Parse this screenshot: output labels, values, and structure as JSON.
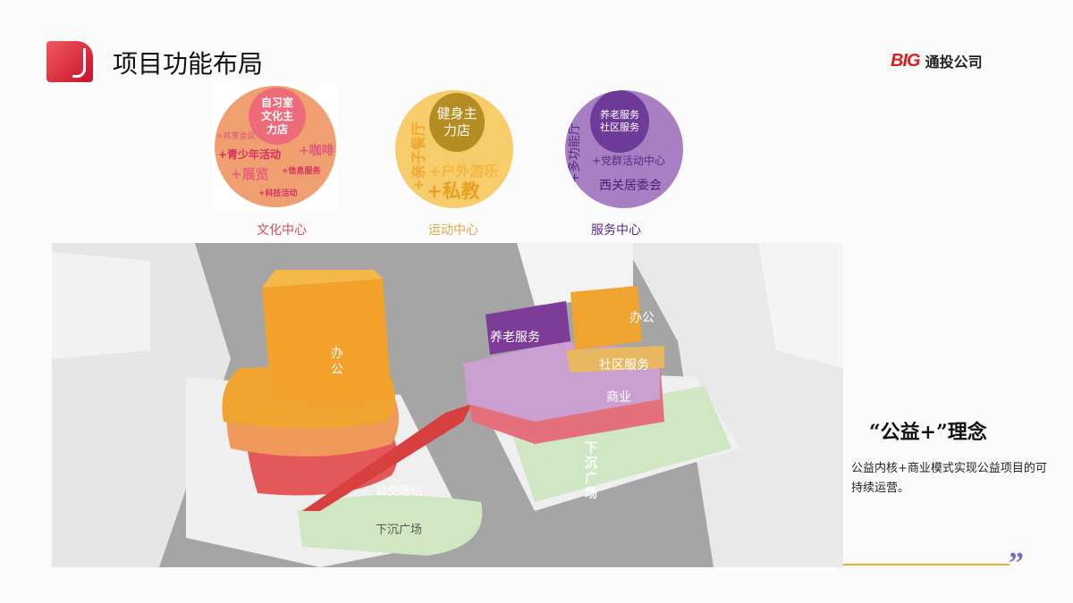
{
  "header": {
    "title": "项目功能布局",
    "logo_mark": "BIG",
    "logo_name": "通投公司"
  },
  "centers": [
    {
      "label": "文化中心",
      "core": "自习室\n文化主\n力店",
      "tags": [
        "+共享会议",
        "+青少年活动",
        "+咖啡",
        "+展览",
        "+信息服务",
        "+科技活动"
      ],
      "color": "#f0a070",
      "core_color": "#ee6b7a"
    },
    {
      "label": "运动中心",
      "core": "健身主\n力店",
      "tags": [
        "+亲子餐厅",
        "+户外游乐",
        "+私教"
      ],
      "color": "#f7cc6a",
      "core_color": "#b58d22"
    },
    {
      "label": "服务中心",
      "core": "养老服务\n社区服务",
      "tags": [
        "+多功能厅",
        "+党群活动中心",
        "西关居委会"
      ],
      "color": "#a77fc2",
      "core_color": "#6e3b99"
    }
  ],
  "map": {
    "labels": [
      "办\n公",
      "养老服务",
      "办公",
      "社区服务",
      "商业",
      "公交场站",
      "下沉广场",
      "下\n沉\n广\n场"
    ]
  },
  "concept": {
    "title": "“公益+”理念",
    "text": "公益内核+商业模式实现公益项目的可持续运营。"
  },
  "footer": {
    "quote_glyph": "”"
  }
}
